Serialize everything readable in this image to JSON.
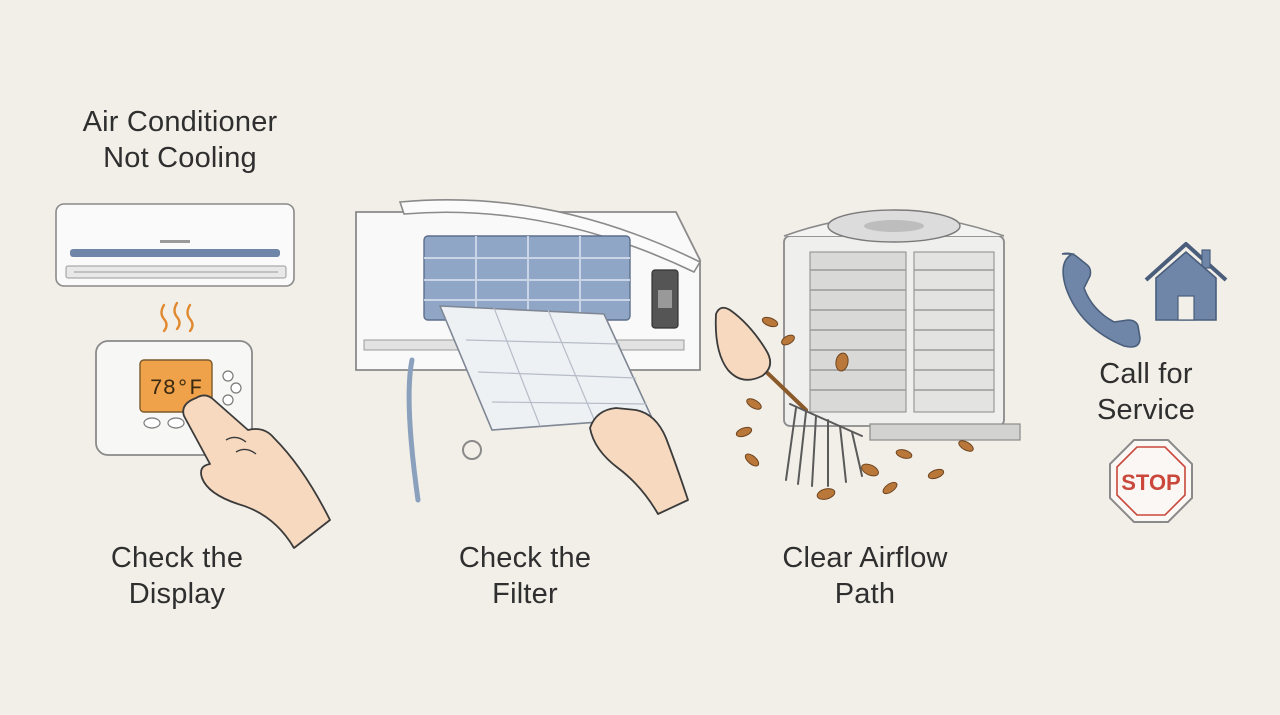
{
  "title": {
    "line1": "Air Conditioner",
    "line2": "Not Cooling"
  },
  "steps": [
    {
      "line1": "Check the",
      "line2": "Display",
      "display_reading": "78°F"
    },
    {
      "line1": "Check the",
      "line2": "Filter"
    },
    {
      "line1": "Clear Airflow",
      "line2": "Path"
    },
    {
      "line1": "Call for",
      "line2": "Service",
      "sign_text": "STOP"
    }
  ],
  "icons": [
    "indoor-ac-unit-icon",
    "heat-waves-icon",
    "thermostat-icon",
    "hand-icon",
    "open-ac-unit-icon",
    "air-filter-icon",
    "outdoor-condenser-icon",
    "rake-icon",
    "leaves-icon",
    "phone-icon",
    "house-icon",
    "stop-sign-icon"
  ],
  "colors": {
    "background": "#f2efe8",
    "accent_blue": "#6f86a8",
    "display_orange": "#f0a24a",
    "stop_red": "#c9483b",
    "leaf_brown": "#b9773a"
  }
}
